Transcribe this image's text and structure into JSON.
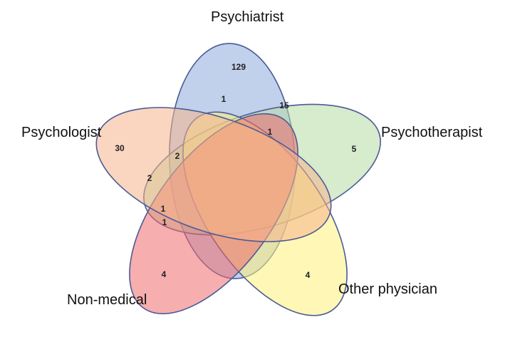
{
  "diagram": {
    "type": "venn-5-set",
    "sets": [
      {
        "id": "psychiatrist",
        "label": "Psychiatrist",
        "color": "#8eaadb"
      },
      {
        "id": "psychotherapist",
        "label": "Psychotherapist",
        "color": "#b6dba4"
      },
      {
        "id": "other_physician",
        "label": "Other physician",
        "color": "#fff07a"
      },
      {
        "id": "non_medical",
        "label": "Non-medical",
        "color": "#f06b6b"
      },
      {
        "id": "psychologist",
        "label": "Psychologist",
        "color": "#f6b48c"
      }
    ],
    "region_counts": [
      {
        "sets": [
          "psychiatrist"
        ],
        "value": "129"
      },
      {
        "sets": [
          "psychiatrist",
          "psychotherapist"
        ],
        "value": "1"
      },
      {
        "sets": [
          "psychiatrist",
          "psychotherapist",
          "boundary"
        ],
        "value": "15"
      },
      {
        "sets": [
          "psychiatrist",
          "psychotherapist",
          "psychologist"
        ],
        "value": "1"
      },
      {
        "sets": [
          "psychologist"
        ],
        "value": "30"
      },
      {
        "sets": [
          "psychologist",
          "psychiatrist"
        ],
        "value": "2"
      },
      {
        "sets": [
          "psychologist",
          "psychotherapist"
        ],
        "value": "2"
      },
      {
        "sets": [
          "psychologist",
          "non_medical",
          "upper"
        ],
        "value": "1"
      },
      {
        "sets": [
          "psychologist",
          "non_medical",
          "lower"
        ],
        "value": "1"
      },
      {
        "sets": [
          "psychotherapist"
        ],
        "value": "5"
      },
      {
        "sets": [
          "non_medical"
        ],
        "value": "4"
      },
      {
        "sets": [
          "other_physician"
        ],
        "value": "4"
      }
    ]
  }
}
